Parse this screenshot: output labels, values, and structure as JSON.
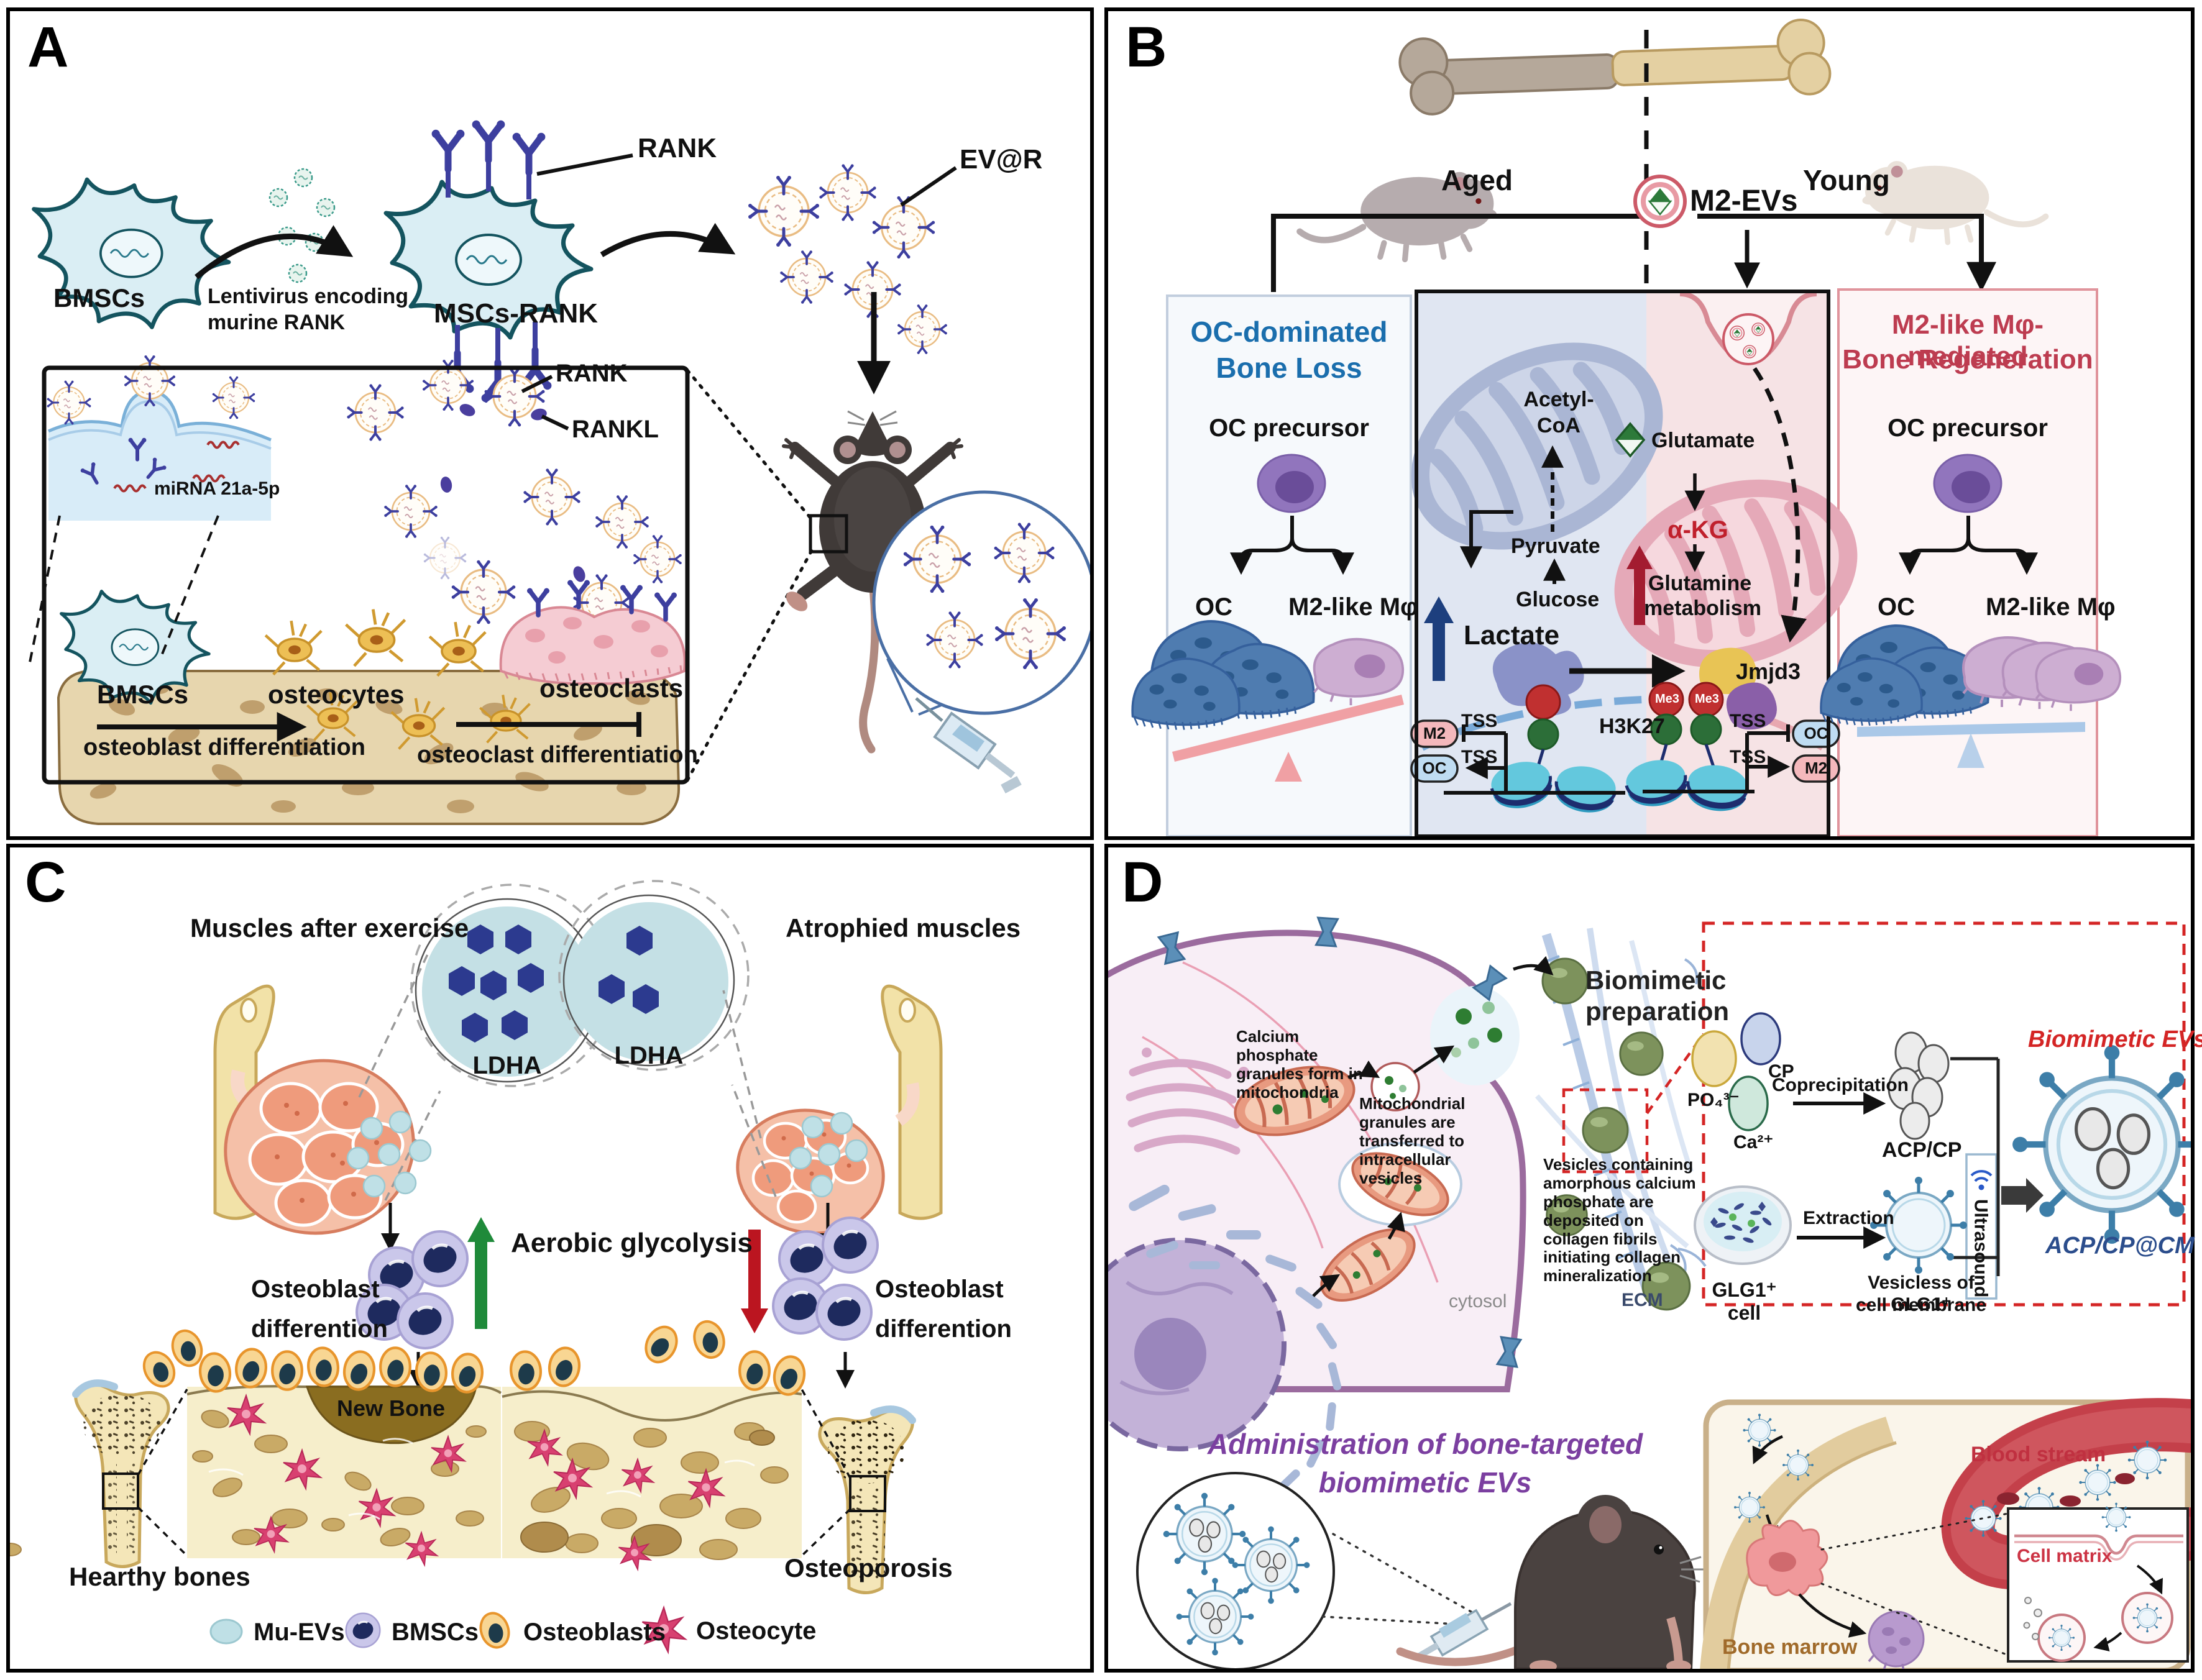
{
  "a": {
    "letter": "A",
    "bmscs": "BMSCs",
    "lenti1": "Lentivirus encoding",
    "lenti2": "murine RANK",
    "mscs_rank": "MSCs-RANK",
    "rank": "RANK",
    "evr": "EV@R",
    "i_rank": "RANK",
    "i_rankl": "RANKL",
    "i_mirna": "miRNA 21a-5p",
    "i_bmscs": "BMSCs",
    "i_osteocytes": "osteocytes",
    "i_osteoclasts": "osteoclasts",
    "i_obdiff": "osteoblast differentiation",
    "i_ocdiff": "osteoclast differentiation"
  },
  "b": {
    "letter": "B",
    "aged": "Aged",
    "young": "Young",
    "m2evs": "M2-EVs",
    "lbox_t1": "OC-dominated",
    "lbox_t2": "Bone Loss",
    "rbox_t1": "M2-like Mφ-mediated",
    "rbox_t2": "Bone Regeneration",
    "oc_precursor": "OC precursor",
    "oc": "OC",
    "m2_mphi": "M2-like Mφ",
    "lactate": "Lactate",
    "acetyl1": "Acetyl-",
    "acetyl2": "CoA",
    "pyruvate": "Pyruvate",
    "glucose": "Glucose",
    "glutamate": "Glutamate",
    "akg": "α-KG",
    "glutamine1": "Glutamine",
    "glutamine2": "metabolism",
    "h3k27": "H3K27",
    "me3": "Me3",
    "jmjd3": "Jmjd3",
    "tss": "TSS",
    "m2_pill": "M2",
    "oc_pill": "OC",
    "colors": {
      "blue_title": "#1a6ead",
      "red_title": "#bd3c50"
    }
  },
  "c": {
    "letter": "C",
    "muscles_exercise": "Muscles after exercise",
    "atrophied": "Atrophied muscles",
    "ldha": "LDHA",
    "aerobic": "Aerobic glycolysis",
    "ob_diff1": "Osteoblast",
    "ob_diff2": "differention",
    "new_bone": "New Bone",
    "healthy": "Hearthy bones",
    "osteoporosis": "Osteoporosis",
    "legend_muevs": "Mu-EVs",
    "legend_bmscs": "BMSCs",
    "legend_osteoblasts": "Osteoblasts",
    "legend_osteocyte": "Osteocyte"
  },
  "d": {
    "letter": "D",
    "prep1": "Biomimetic",
    "prep2": "preparation",
    "cap_mito": "Calcium phosphate granules form in mitochondria",
    "cap_transfer": "Mitochondrial granules are transferred to intracellular vesicles",
    "cap_deposit": "Vesicles containing amorphous calcium phosphate are deposited on collagen fibrils initiating collagen mineralization",
    "cytosol": "cytosol",
    "ecm": "ECM",
    "po4": "PO₄³⁻",
    "cp": "CP",
    "ca": "Ca²⁺",
    "coprecipitation": "Coprecipitation",
    "acpcp": "ACP/CP",
    "ultrasound": "Ultrasound",
    "biomimetic_evs": "Biomimetic EVs",
    "glg1": "GLG1⁺ cell",
    "extraction": "Extraction",
    "ves1": "Vesicless of GLG1⁺",
    "ves2": "cell membrane",
    "acpcpcm": "ACP/CP@CM",
    "admin1": "Administration of bone-targeted",
    "admin2": "biomimetic EVs",
    "blood_stream": "Blood stream",
    "cell_matrix": "Cell matrix",
    "bone_marrow": "Bone marrow",
    "colors": {
      "purple_heading": "#7b3fa0",
      "red_accent": "#d42525",
      "blue_label": "#2b4d8c"
    }
  }
}
